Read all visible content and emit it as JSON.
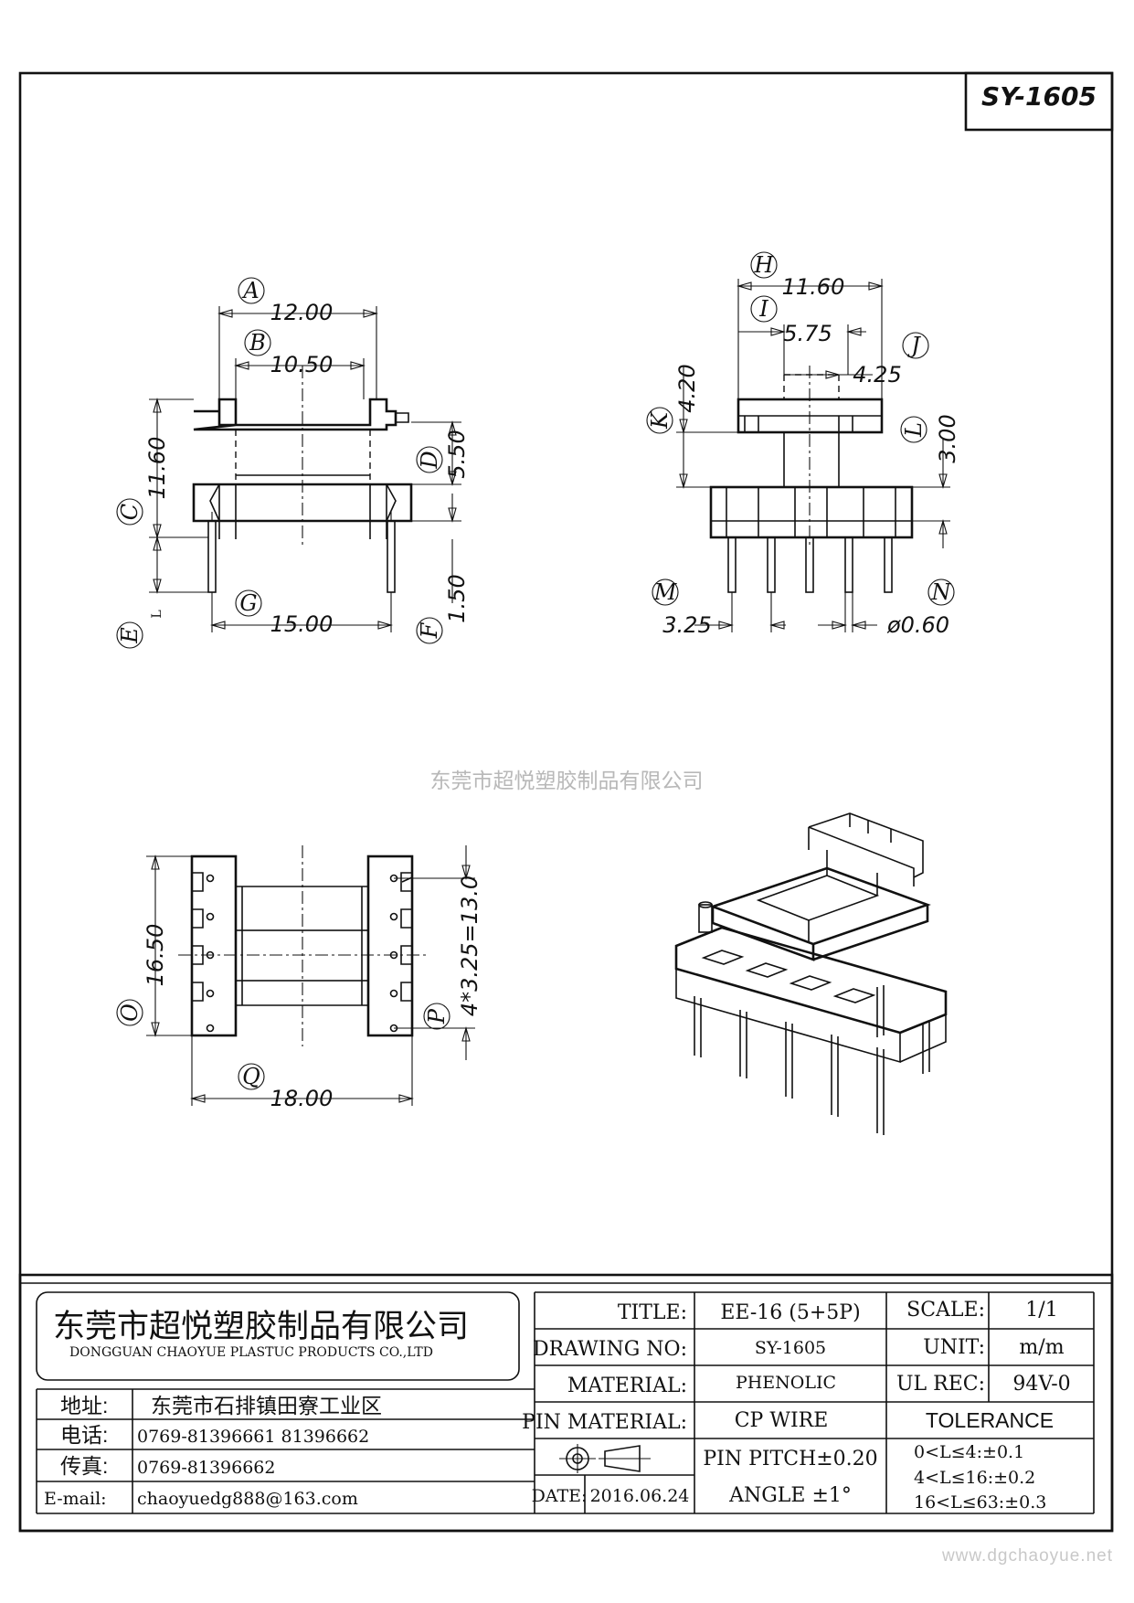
{
  "drawing_code": "SY-1605",
  "watermark": "东莞市超悦塑胶制品有限公司",
  "website": "www.dgchaoyue.net",
  "front_view": {
    "labels": [
      "A",
      "B",
      "C",
      "D",
      "E",
      "F",
      "G"
    ],
    "dim_A": "12.00",
    "dim_B": "10.50",
    "dim_C": "11.60",
    "dim_D": "5.50",
    "dim_F": "1.50",
    "dim_G": "15.00",
    "dim_L": "L"
  },
  "side_view": {
    "labels": [
      "H",
      "I",
      "J",
      "K",
      "L",
      "M",
      "N"
    ],
    "dim_H": "11.60",
    "dim_I": "5.75",
    "dim_J": "4.25",
    "dim_K": "4.20",
    "dim_L": "3.00",
    "dim_M": "3.25",
    "dim_N": "ø0.60"
  },
  "bottom_view": {
    "labels": [
      "O",
      "P",
      "Q"
    ],
    "dim_O": "16.50",
    "dim_P": "4*3.25=13.0",
    "dim_Q": "18.00"
  },
  "title_block": {
    "company_cn": "东莞市超悦塑胶制品有限公司",
    "company_en": "DONGGUAN CHAOYUE PLASTUC PRODUCTS CO.,LTD",
    "address_label": "地址:",
    "address": "东莞市石排镇田寮工业区",
    "phone_label": "电话:",
    "phone": "0769-81396661   81396662",
    "fax_label": "传真:",
    "fax": "0769-81396662",
    "email_label": "E-mail:",
    "email": "chaoyuedg888@163.com",
    "title_label": "TITLE:",
    "title": "EE-16 (5+5P)",
    "drawing_no_label": "DRAWING NO:",
    "drawing_no": "SY-1605",
    "material_label": "MATERIAL:",
    "material": "PHENOLIC",
    "pin_material_label": "PIN MATERIAL:",
    "pin_material": "CP WIRE",
    "pin_pitch": "PIN PITCH±0.20",
    "angle": "ANGLE  ±1°",
    "date_label": "DATE:",
    "date": "2016.06.24",
    "scale_label": "SCALE:",
    "scale": "1/1",
    "unit_label": "UNIT:",
    "unit": "m/m",
    "ul_rec_label": "UL REC:",
    "ul_rec": "94V-0",
    "tolerance_label": "TOLERANCE",
    "tol_1": "0<L≤4:±0.1",
    "tol_2": "4<L≤16:±0.2",
    "tol_3": "16<L≤63:±0.3"
  }
}
